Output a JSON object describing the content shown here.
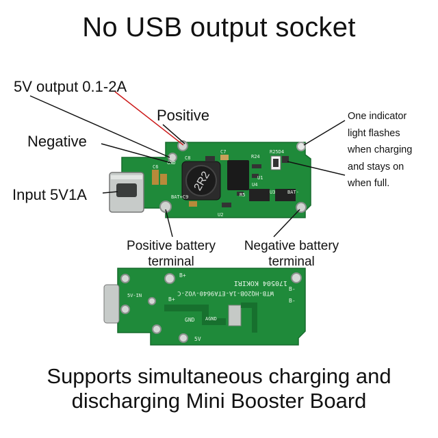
{
  "title": "No USB output socket",
  "labels": {
    "output": "5V output 0.1-2A",
    "positive": "Positive",
    "negative": "Negative",
    "input": "Input 5V1A",
    "indicator": [
      "One indicator",
      "light flashes",
      "when charging",
      "and stays on",
      "when full."
    ],
    "pos_battery": [
      "Positive battery",
      "terminal"
    ],
    "neg_battery": [
      "Negative battery",
      "terminal"
    ]
  },
  "caption": [
    "Supports simultaneous charging and",
    "discharging Mini Booster Board"
  ],
  "board_front_text": {
    "inductor": "2R2",
    "c7": "C7",
    "r24": "R24",
    "r25d4": "R25D4",
    "c6": "C6",
    "gnd": "GND",
    "c8": "C8",
    "u1": "U1",
    "r5": "R5",
    "u4": "U4",
    "u3": "U3",
    "bat_pos": "BAT+C9",
    "bat_neg": "BAT-",
    "u2": "U2"
  },
  "board_back_text": {
    "b_plus_top": "B+",
    "code": "170504 KOKIRI",
    "model": "WTB-HQ2OB-1A-ETA9640-VO2-C",
    "b_minus_a": "B-",
    "b_minus_b": "B-",
    "b_plus_mid": "B+",
    "five_v_in": "5V-IN",
    "agnd": "AGND",
    "gnd": "GND",
    "five_v": "5V"
  },
  "colors": {
    "pcb": "#1f8a3a",
    "pcb_dark": "#17702e",
    "silk": "#e8f5e8",
    "red_line": "#cc1a1a"
  }
}
